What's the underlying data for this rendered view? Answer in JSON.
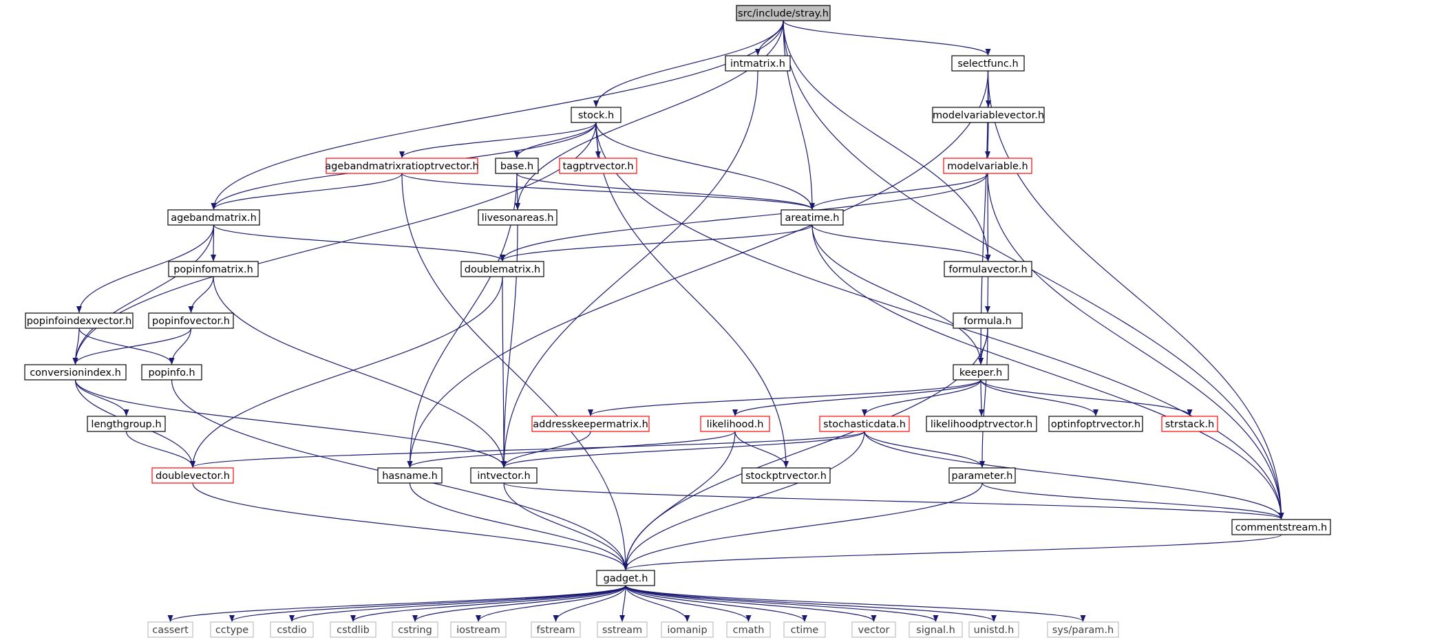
{
  "colors": {
    "root_fill": "#bfbfbf",
    "normal_border": "#000000",
    "truncated_border": "#ff0000",
    "external_border": "#bfbfbf",
    "external_text": "#404040",
    "edge": "#191970"
  },
  "nodes": [
    {
      "id": "stray",
      "label": "src/include/stray.h",
      "kind": "root"
    },
    {
      "id": "intmatrix",
      "label": "intmatrix.h",
      "kind": "normal"
    },
    {
      "id": "selectfunc",
      "label": "selectfunc.h",
      "kind": "normal"
    },
    {
      "id": "stock",
      "label": "stock.h",
      "kind": "normal"
    },
    {
      "id": "modelvariablevector",
      "label": "modelvariablevector.h",
      "kind": "normal"
    },
    {
      "id": "agebandmatrixratioptrvector",
      "label": "agebandmatrixratioptrvector.h",
      "kind": "truncated"
    },
    {
      "id": "base",
      "label": "base.h",
      "kind": "normal"
    },
    {
      "id": "tagptrvector",
      "label": "tagptrvector.h",
      "kind": "truncated"
    },
    {
      "id": "modelvariable",
      "label": "modelvariable.h",
      "kind": "truncated"
    },
    {
      "id": "agebandmatrix",
      "label": "agebandmatrix.h",
      "kind": "normal"
    },
    {
      "id": "livesonareas",
      "label": "livesonareas.h",
      "kind": "normal"
    },
    {
      "id": "areatime",
      "label": "areatime.h",
      "kind": "normal"
    },
    {
      "id": "popinfomatrix",
      "label": "popinfomatrix.h",
      "kind": "normal"
    },
    {
      "id": "doublematrix",
      "label": "doublematrix.h",
      "kind": "normal"
    },
    {
      "id": "formulavector",
      "label": "formulavector.h",
      "kind": "normal"
    },
    {
      "id": "popinfoindexvector",
      "label": "popinfoindexvector.h",
      "kind": "normal"
    },
    {
      "id": "popinfovector",
      "label": "popinfovector.h",
      "kind": "normal"
    },
    {
      "id": "formula",
      "label": "formula.h",
      "kind": "normal"
    },
    {
      "id": "conversionindex",
      "label": "conversionindex.h",
      "kind": "normal"
    },
    {
      "id": "popinfo",
      "label": "popinfo.h",
      "kind": "normal"
    },
    {
      "id": "keeper",
      "label": "keeper.h",
      "kind": "normal"
    },
    {
      "id": "lengthgroup",
      "label": "lengthgroup.h",
      "kind": "normal"
    },
    {
      "id": "addresskeepermatrix",
      "label": "addresskeepermatrix.h",
      "kind": "truncated"
    },
    {
      "id": "likelihood",
      "label": "likelihood.h",
      "kind": "truncated"
    },
    {
      "id": "stochasticdata",
      "label": "stochasticdata.h",
      "kind": "truncated"
    },
    {
      "id": "likelihoodptrvector",
      "label": "likelihoodptrvector.h",
      "kind": "normal"
    },
    {
      "id": "optinfoptrvector",
      "label": "optinfoptrvector.h",
      "kind": "normal"
    },
    {
      "id": "strstack",
      "label": "strstack.h",
      "kind": "truncated"
    },
    {
      "id": "doublevector",
      "label": "doublevector.h",
      "kind": "truncated"
    },
    {
      "id": "hasname",
      "label": "hasname.h",
      "kind": "normal"
    },
    {
      "id": "intvector",
      "label": "intvector.h",
      "kind": "normal"
    },
    {
      "id": "stockptrvector",
      "label": "stockptrvector.h",
      "kind": "normal"
    },
    {
      "id": "parameter",
      "label": "parameter.h",
      "kind": "normal"
    },
    {
      "id": "commentstream",
      "label": "commentstream.h",
      "kind": "normal"
    },
    {
      "id": "gadget",
      "label": "gadget.h",
      "kind": "normal"
    },
    {
      "id": "cassert",
      "label": "cassert",
      "kind": "external"
    },
    {
      "id": "cctype",
      "label": "cctype",
      "kind": "external"
    },
    {
      "id": "cstdio",
      "label": "cstdio",
      "kind": "external"
    },
    {
      "id": "cstdlib",
      "label": "cstdlib",
      "kind": "external"
    },
    {
      "id": "cstring",
      "label": "cstring",
      "kind": "external"
    },
    {
      "id": "iostream",
      "label": "iostream",
      "kind": "external"
    },
    {
      "id": "fstream",
      "label": "fstream",
      "kind": "external"
    },
    {
      "id": "sstream",
      "label": "sstream",
      "kind": "external"
    },
    {
      "id": "iomanip",
      "label": "iomanip",
      "kind": "external"
    },
    {
      "id": "cmath",
      "label": "cmath",
      "kind": "external"
    },
    {
      "id": "ctime",
      "label": "ctime",
      "kind": "external"
    },
    {
      "id": "vector",
      "label": "vector",
      "kind": "external"
    },
    {
      "id": "signal",
      "label": "signal.h",
      "kind": "external"
    },
    {
      "id": "unistd",
      "label": "unistd.h",
      "kind": "external"
    },
    {
      "id": "sysparam",
      "label": "sys/param.h",
      "kind": "external"
    }
  ],
  "edges": [
    [
      "stray",
      "intmatrix"
    ],
    [
      "stray",
      "selectfunc"
    ],
    [
      "stray",
      "stock"
    ],
    [
      "stray",
      "agebandmatrix"
    ],
    [
      "stray",
      "livesonareas"
    ],
    [
      "stray",
      "areatime"
    ],
    [
      "stray",
      "formulavector"
    ],
    [
      "stray",
      "commentstream"
    ],
    [
      "intmatrix",
      "intvector"
    ],
    [
      "selectfunc",
      "modelvariablevector"
    ],
    [
      "selectfunc",
      "hasname"
    ],
    [
      "selectfunc",
      "keeper"
    ],
    [
      "selectfunc",
      "commentstream"
    ],
    [
      "modelvariablevector",
      "modelvariable"
    ],
    [
      "modelvariable",
      "areatime"
    ],
    [
      "modelvariable",
      "doublematrix"
    ],
    [
      "modelvariable",
      "formulavector"
    ],
    [
      "modelvariable",
      "commentstream"
    ],
    [
      "stock",
      "agebandmatrixratioptrvector"
    ],
    [
      "stock",
      "base"
    ],
    [
      "stock",
      "tagptrvector"
    ],
    [
      "stock",
      "agebandmatrix"
    ],
    [
      "stock",
      "conversionindex"
    ],
    [
      "stock",
      "areatime"
    ],
    [
      "stock",
      "stockptrvector"
    ],
    [
      "stock",
      "commentstream"
    ],
    [
      "agebandmatrixratioptrvector",
      "agebandmatrix"
    ],
    [
      "agebandmatrixratioptrvector",
      "areatime"
    ],
    [
      "agebandmatrixratioptrvector",
      "gadget"
    ],
    [
      "base",
      "livesonareas"
    ],
    [
      "base",
      "areatime"
    ],
    [
      "base",
      "hasname"
    ],
    [
      "agebandmatrix",
      "popinfomatrix"
    ],
    [
      "agebandmatrix",
      "popinfoindexvector"
    ],
    [
      "agebandmatrix",
      "conversionindex"
    ],
    [
      "agebandmatrix",
      "doublematrix"
    ],
    [
      "livesonareas",
      "intvector"
    ],
    [
      "areatime",
      "doublematrix"
    ],
    [
      "areatime",
      "formulavector"
    ],
    [
      "areatime",
      "keeper"
    ],
    [
      "areatime",
      "commentstream"
    ],
    [
      "popinfomatrix",
      "popinfovector"
    ],
    [
      "popinfomatrix",
      "intvector"
    ],
    [
      "popinfoindexvector",
      "conversionindex"
    ],
    [
      "popinfoindexvector",
      "popinfo"
    ],
    [
      "popinfovector",
      "conversionindex"
    ],
    [
      "popinfovector",
      "popinfo"
    ],
    [
      "doublematrix",
      "doublevector"
    ],
    [
      "doublematrix",
      "intvector"
    ],
    [
      "formulavector",
      "formula"
    ],
    [
      "formula",
      "keeper"
    ],
    [
      "formula",
      "parameter"
    ],
    [
      "formula",
      "gadget"
    ],
    [
      "conversionindex",
      "lengthgroup"
    ],
    [
      "conversionindex",
      "doublevector"
    ],
    [
      "conversionindex",
      "intvector"
    ],
    [
      "popinfo",
      "gadget"
    ],
    [
      "lengthgroup",
      "doublevector"
    ],
    [
      "keeper",
      "addresskeepermatrix"
    ],
    [
      "keeper",
      "likelihood"
    ],
    [
      "keeper",
      "stochasticdata"
    ],
    [
      "keeper",
      "likelihoodptrvector"
    ],
    [
      "keeper",
      "optinfoptrvector"
    ],
    [
      "keeper",
      "strstack"
    ],
    [
      "addresskeepermatrix",
      "intvector"
    ],
    [
      "likelihood",
      "hasname"
    ],
    [
      "likelihood",
      "stockptrvector"
    ],
    [
      "likelihood",
      "gadget"
    ],
    [
      "stochasticdata",
      "doublevector"
    ],
    [
      "stochasticdata",
      "intvector"
    ],
    [
      "stochasticdata",
      "parameter"
    ],
    [
      "stochasticdata",
      "commentstream"
    ],
    [
      "stochasticdata",
      "gadget"
    ],
    [
      "doublevector",
      "gadget"
    ],
    [
      "hasname",
      "gadget"
    ],
    [
      "intvector",
      "commentstream"
    ],
    [
      "intvector",
      "gadget"
    ],
    [
      "parameter",
      "commentstream"
    ],
    [
      "parameter",
      "gadget"
    ],
    [
      "commentstream",
      "gadget"
    ],
    [
      "gadget",
      "cassert"
    ],
    [
      "gadget",
      "cctype"
    ],
    [
      "gadget",
      "cstdio"
    ],
    [
      "gadget",
      "cstdlib"
    ],
    [
      "gadget",
      "cstring"
    ],
    [
      "gadget",
      "iostream"
    ],
    [
      "gadget",
      "fstream"
    ],
    [
      "gadget",
      "sstream"
    ],
    [
      "gadget",
      "iomanip"
    ],
    [
      "gadget",
      "cmath"
    ],
    [
      "gadget",
      "ctime"
    ],
    [
      "gadget",
      "vector"
    ],
    [
      "gadget",
      "signal"
    ],
    [
      "gadget",
      "unistd"
    ],
    [
      "gadget",
      "sysparam"
    ]
  ]
}
